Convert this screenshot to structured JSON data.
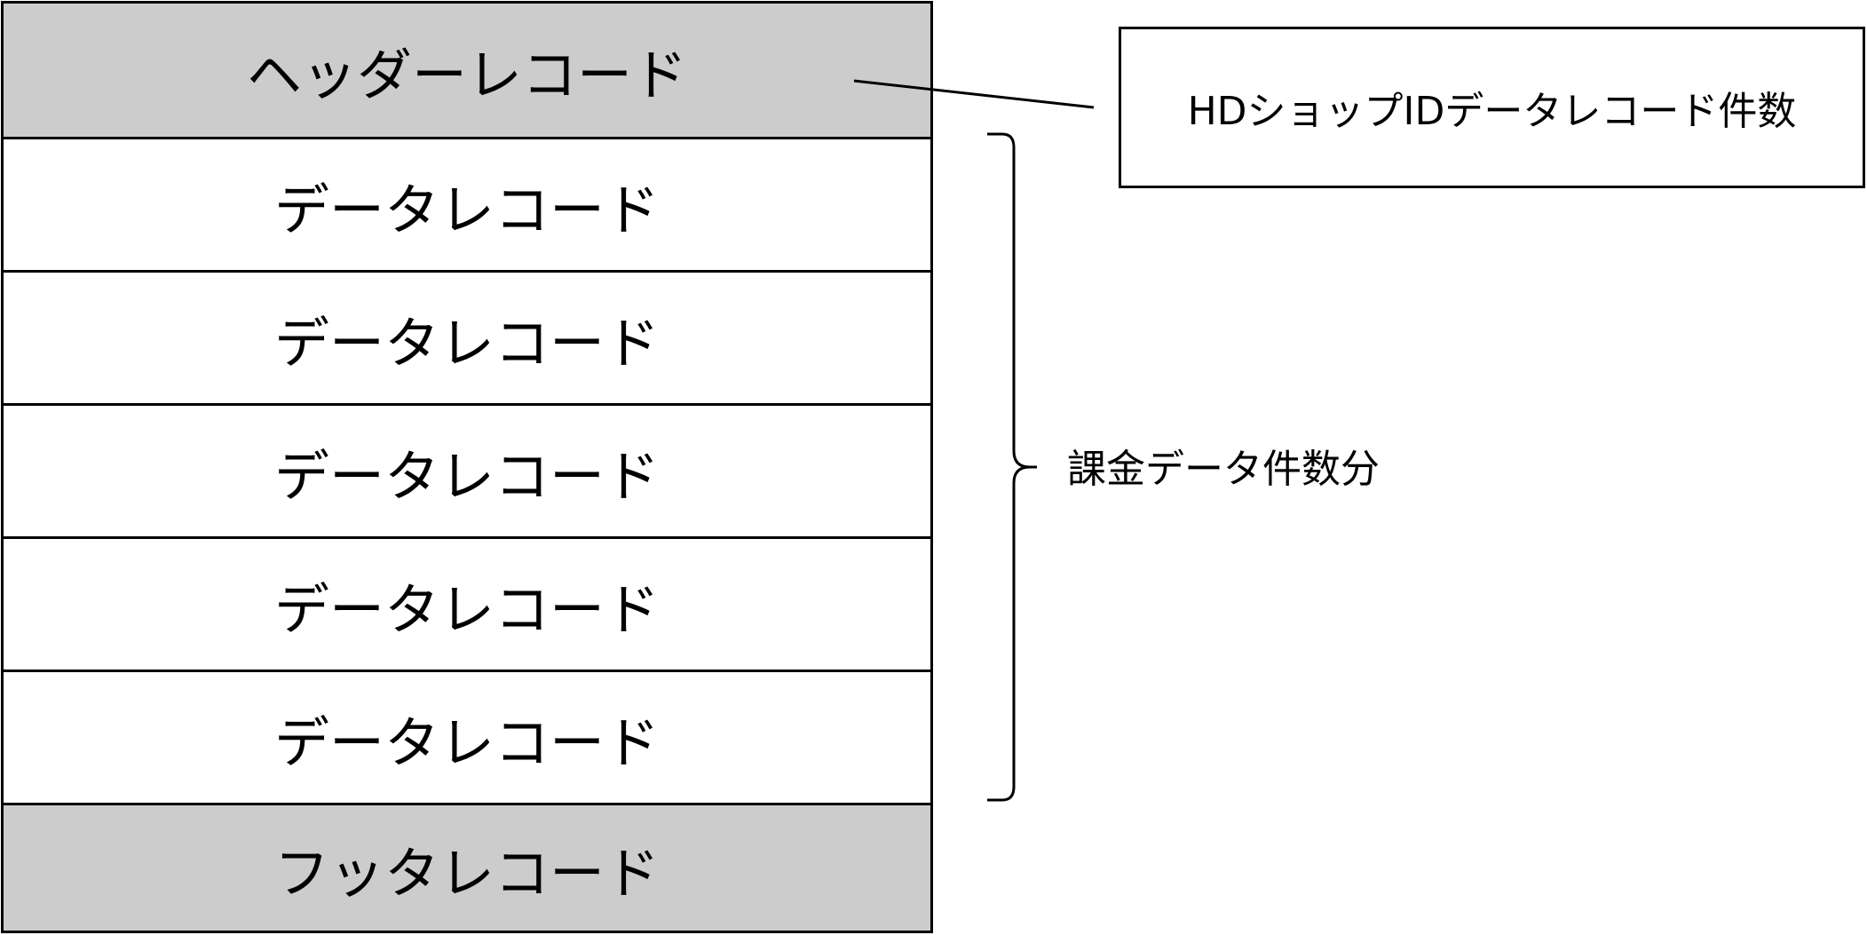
{
  "records": {
    "header": "ヘッダーレコード",
    "data_rows": [
      "データレコード",
      "データレコード",
      "データレコード",
      "データレコード",
      "データレコード"
    ],
    "footer": "フッタレコード"
  },
  "callout": {
    "text": "HDショップIDデータレコード件数"
  },
  "brace": {
    "label": "課金データ件数分"
  },
  "colors": {
    "header_fill": "#cccccc",
    "data_fill": "#ffffff",
    "stroke": "#000000"
  }
}
